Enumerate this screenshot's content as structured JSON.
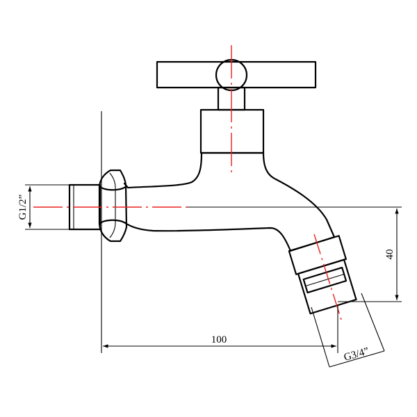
{
  "drawing": {
    "dimensions": {
      "inlet_thread": "G1/2”",
      "length": "100",
      "drop": "40",
      "outlet_thread": "G3/4”"
    },
    "colors": {
      "outline": "#000000",
      "centerline": "#e8201e"
    }
  }
}
